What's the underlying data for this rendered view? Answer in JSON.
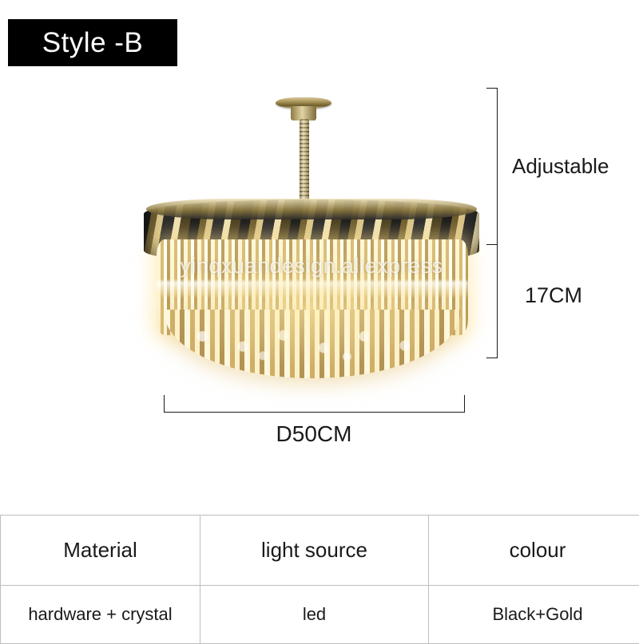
{
  "badge": {
    "label": "Style -B"
  },
  "product": {
    "watermark": "yinqxuandesign.aliexpress",
    "icons": {
      "canopy": "ceiling-canopy-icon",
      "rope": "suspension-rope-icon",
      "crown": "faceted-gold-black-crown-icon",
      "crystal": "crystal-band-icon",
      "skirt": "crystal-skirt-icon"
    }
  },
  "dimensions": {
    "adjustable_label": "Adjustable",
    "height_label": "17CM",
    "diameter_label": "D50CM"
  },
  "spec_table": {
    "headers": [
      "Material",
      "light source",
      "colour"
    ],
    "values": [
      "hardware + crystal",
      "led",
      "Black+Gold"
    ]
  }
}
